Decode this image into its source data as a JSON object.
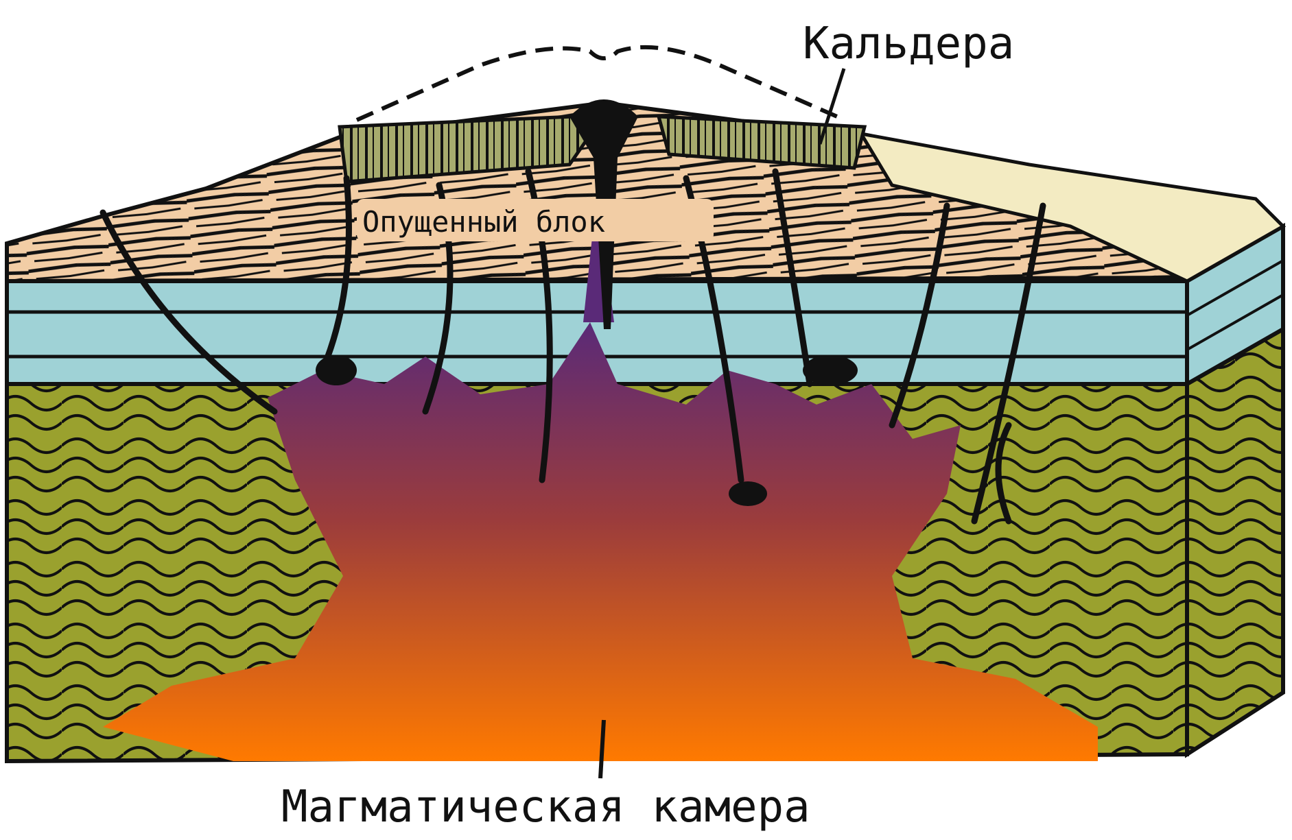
{
  "labels": {
    "caldera": "Кальдера",
    "sunken_block": "Опущенный блок",
    "magma_chamber": "Магматическая камера"
  },
  "colors": {
    "volcanic_layers": "#f2cda5",
    "sediment_layers": "#9fd2d6",
    "folded_basement": "#9aa12e",
    "magma_top": "#5a2a78",
    "magma_bottom": "#ff7a00",
    "caldera_fill": "#a7ab6e",
    "plateau": "#f3ebc2",
    "ink": "#111111"
  }
}
